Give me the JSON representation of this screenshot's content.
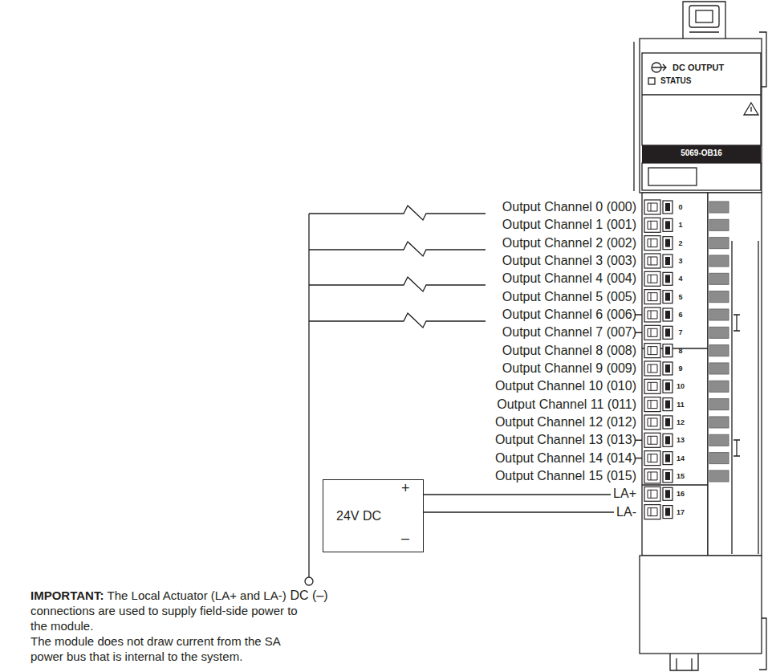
{
  "diagram": {
    "nodes": [
      {
        "text": [
          "DC OUTPUT",
          "STATUS",
          "5069-OB16"
        ]
      },
      {
        "text": [
          "24V DC",
          "+",
          "–"
        ]
      }
    ],
    "edges": [
      {
        "from": 1,
        "to": 0,
        "arrow": "none"
      },
      {
        "from": 1,
        "to": 0,
        "arrow": "none"
      }
    ],
    "labels": [
      "Output Channel 0 (000)",
      "Output Channel 1 (001)",
      "Output Channel 2 (002)",
      "Output Channel 3 (003)",
      "Output Channel 4 (004)",
      "Output Channel 5 (005)",
      "Output Channel 6 (006)",
      "Output Channel 7 (007)",
      "Output Channel 8 (008)",
      "Output Channel 9 (009)",
      "Output Channel 10 (010)",
      "Output Channel 11 (011)",
      "Output Channel 12 (012)",
      "Output Channel 13 (013)",
      "Output Channel 14 (014)",
      "Output Channel 15 (015)",
      "LA+",
      "LA-",
      "DC (–)",
      "IMPORTANT:",
      "The Local Actuator (LA+ and LA-) connections are used to supply field-side power to the module.",
      "The module does not draw current from the SA power bus that is internal to the system.",
      "0",
      "1",
      "2",
      "3",
      "4",
      "5",
      "6",
      "7",
      "8",
      "9",
      "10",
      "11",
      "12",
      "13",
      "14",
      "15",
      "16",
      "17"
    ]
  }
}
